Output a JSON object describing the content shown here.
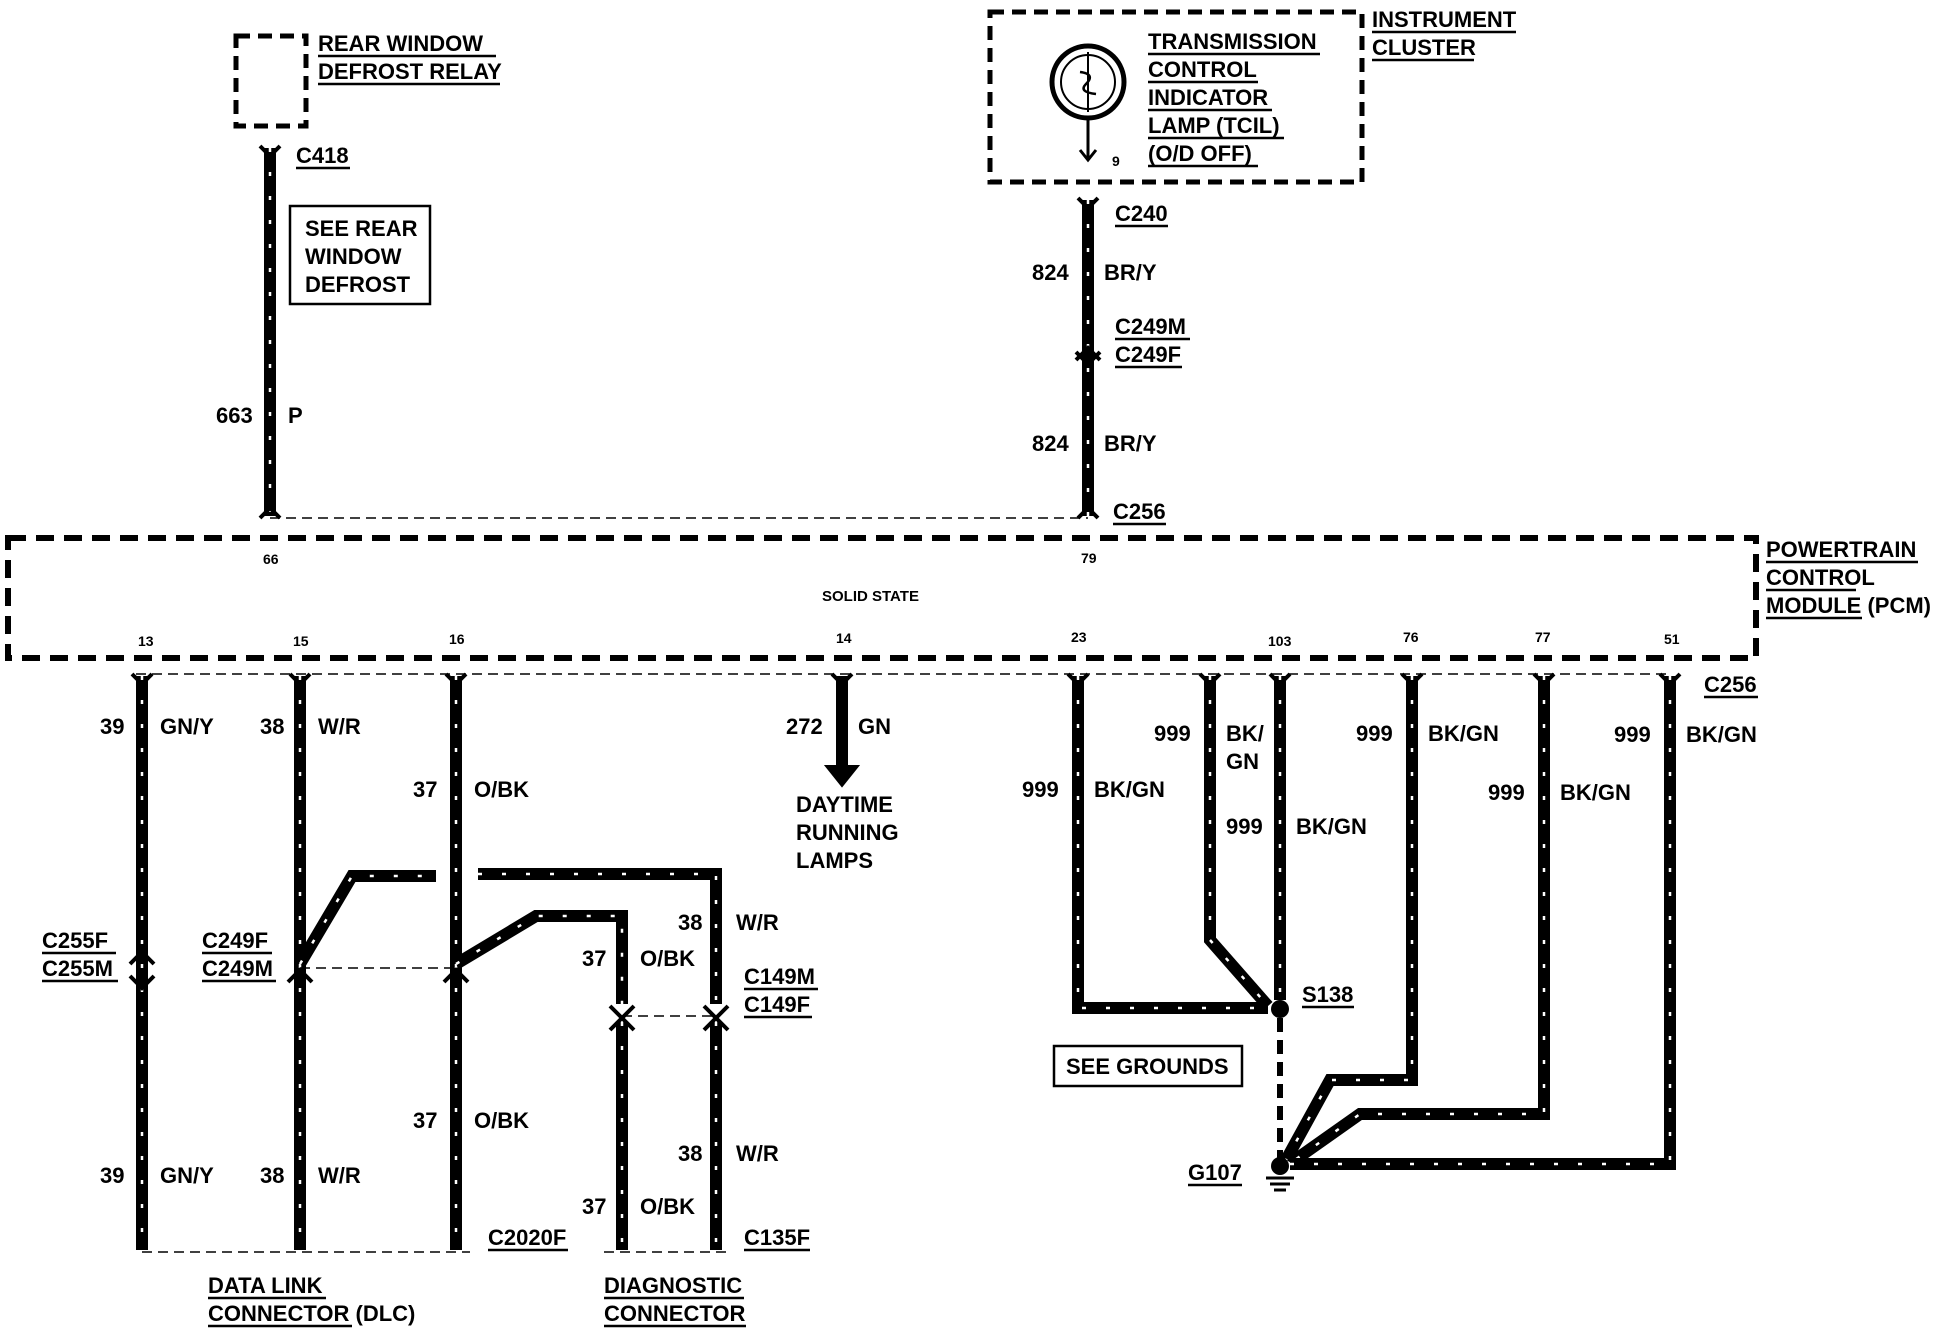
{
  "components": {
    "relay": [
      "REAR WINDOW",
      "DEFROST RELAY"
    ],
    "tcil": [
      "TRANSMISSION",
      "CONTROL",
      "INDICATOR",
      "LAMP (TCIL)",
      "(O/D OFF)"
    ],
    "cluster": [
      "INSTRUMENT",
      "CLUSTER"
    ],
    "pcm": [
      "POWERTRAIN",
      "CONTROL",
      "MODULE (PCM)"
    ],
    "pcm_inner": "SOLID STATE",
    "drl": [
      "DAYTIME",
      "RUNNING",
      "LAMPS"
    ],
    "dlc": [
      "DATA LINK",
      "CONNECTOR (DLC)"
    ],
    "diag": [
      "DIAGNOSTIC",
      "CONNECTOR"
    ],
    "see_rear": [
      "SEE REAR",
      "WINDOW",
      "DEFROST"
    ],
    "see_grounds": "SEE GROUNDS"
  },
  "connectors": {
    "c418": "C418",
    "c240": "C240",
    "c249m_top": "C249M",
    "c249f_top": "C249F",
    "c256_top": "C256",
    "c256_bottom": "C256",
    "c255f": "C255F",
    "c255m": "C255M",
    "c249f_left": "C249F",
    "c249m_left": "C249M",
    "c149m": "C149M",
    "c149f": "C149F",
    "c2020f": "C2020F",
    "c135f": "C135F",
    "s138": "S138",
    "g107": "G107"
  },
  "pins": {
    "tcil": "9",
    "p66": "66",
    "p79": "79",
    "p13": "13",
    "p15": "15",
    "p16": "16",
    "p14": "14",
    "p23": "23",
    "p103": "103",
    "p76": "76",
    "p77": "77",
    "p51": "51"
  },
  "wires": {
    "w663": {
      "circuit": "663",
      "color": "P"
    },
    "w824a": {
      "circuit": "824",
      "color": "BR/Y"
    },
    "w824b": {
      "circuit": "824",
      "color": "BR/Y"
    },
    "w39a": {
      "circuit": "39",
      "color": "GN/Y"
    },
    "w39b": {
      "circuit": "39",
      "color": "GN/Y"
    },
    "w38a": {
      "circuit": "38",
      "color": "W/R"
    },
    "w38b": {
      "circuit": "38",
      "color": "W/R"
    },
    "w37a": {
      "circuit": "37",
      "color": "O/BK"
    },
    "w37b": {
      "circuit": "37",
      "color": "O/BK"
    },
    "w38c": {
      "circuit": "38",
      "color": "W/R"
    },
    "w37c": {
      "circuit": "37",
      "color": "O/BK"
    },
    "w38d": {
      "circuit": "38",
      "color": "W/R"
    },
    "w37d": {
      "circuit": "37",
      "color": "O/BK"
    },
    "w272": {
      "circuit": "272",
      "color": "GN"
    },
    "w999_23": {
      "circuit": "999",
      "color": "BK/GN"
    },
    "w999_103a": {
      "circuit": "999",
      "color": "BK/"
    },
    "w999_103a_color2": "GN",
    "w999_103b": {
      "circuit": "999",
      "color": "BK/GN"
    },
    "w999_76": {
      "circuit": "999",
      "color": "BK/GN"
    },
    "w999_77": {
      "circuit": "999",
      "color": "BK/GN"
    },
    "w999_51": {
      "circuit": "999",
      "color": "BK/GN"
    }
  }
}
